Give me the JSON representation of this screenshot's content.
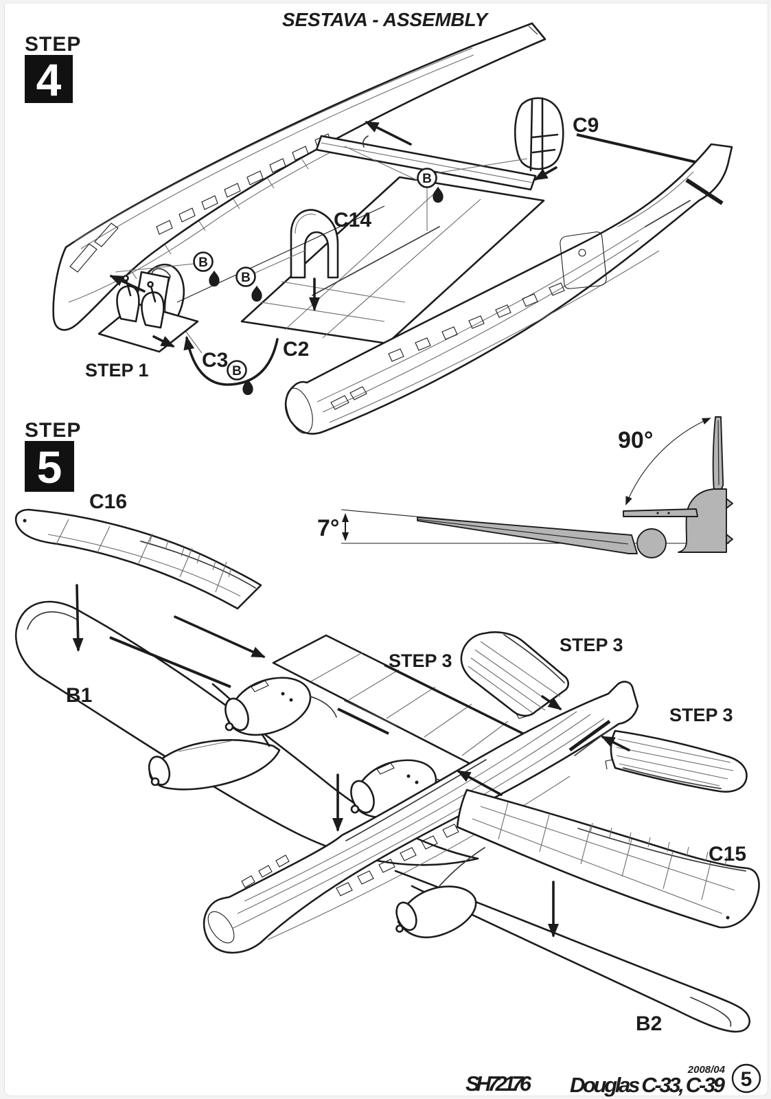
{
  "page": {
    "title": "SESTAVA - ASSEMBLY",
    "footer": {
      "kit_number": "SH72176",
      "kit_name": "Douglas C-33, C-39",
      "date": "2008/04",
      "page_number": "5"
    }
  },
  "glue": {
    "symbol": "B"
  },
  "step4": {
    "header": {
      "label": "STEP",
      "number": "4"
    },
    "labels": {
      "c9": "C9",
      "c14": "C14",
      "c2": "C2",
      "c3": "C3"
    },
    "step_ref": "STEP 1"
  },
  "step5": {
    "header": {
      "label": "STEP",
      "number": "5"
    },
    "labels": {
      "c16": "C16",
      "b1": "B1",
      "c15": "C15",
      "b2": "B2"
    },
    "step_refs": [
      "STEP 3",
      "STEP 3",
      "STEP 3"
    ],
    "angles": {
      "fin": "90°",
      "wing_dihedral": "7°"
    }
  },
  "colors": {
    "ink": "#1c1c1c",
    "detail_line": "#6a6a6a",
    "silhouette": "#b5b5b5",
    "paper": "#ffffff",
    "margin": "#f3f3f3"
  }
}
